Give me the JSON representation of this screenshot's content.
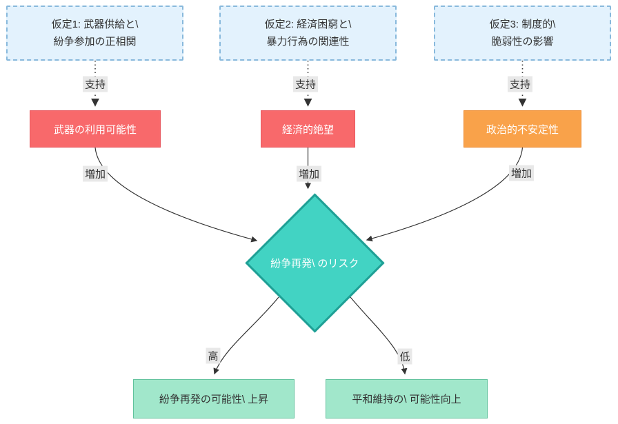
{
  "nodes": {
    "hypothesis1": {
      "line1": "仮定1: 武器供給と\\",
      "line2": "紛争参加の正相関"
    },
    "hypothesis2": {
      "line1": "仮定2: 経済困窮と\\",
      "line2": "暴力行為の関連性"
    },
    "hypothesis3": {
      "line1": "仮定3: 制度的\\",
      "line2": "脆弱性の影響"
    },
    "factor1": {
      "label": "武器の利用可能性"
    },
    "factor2": {
      "label": "経済的絶望"
    },
    "factor3": {
      "label": "政治的不安定性"
    },
    "risk": {
      "label": "紛争再発\\ のリスク"
    },
    "outcome_high": {
      "label": "紛争再発の可能性\\ 上昇"
    },
    "outcome_low": {
      "label": "平和維持の\\ 可能性向上"
    }
  },
  "edge_labels": {
    "support": "支持",
    "increase": "増加",
    "high": "高",
    "low": "低"
  },
  "colors": {
    "hypo_fill": "#e3f2fd",
    "hypo_stroke": "#88b9dc",
    "factor_red_fill": "#f8696b",
    "factor_red_stroke": "#e8575e",
    "factor_orange_fill": "#f9a24a",
    "factor_orange_stroke": "#ed8c32",
    "risk_fill": "#42d3c3",
    "risk_stroke": "#1f9f95",
    "outcome_fill": "#a1e7cb",
    "outcome_stroke": "#61c29c",
    "label_bg": "#e8e8e8",
    "line": "#333333",
    "text_dark": "#333333",
    "text_light": "#ffffff"
  }
}
